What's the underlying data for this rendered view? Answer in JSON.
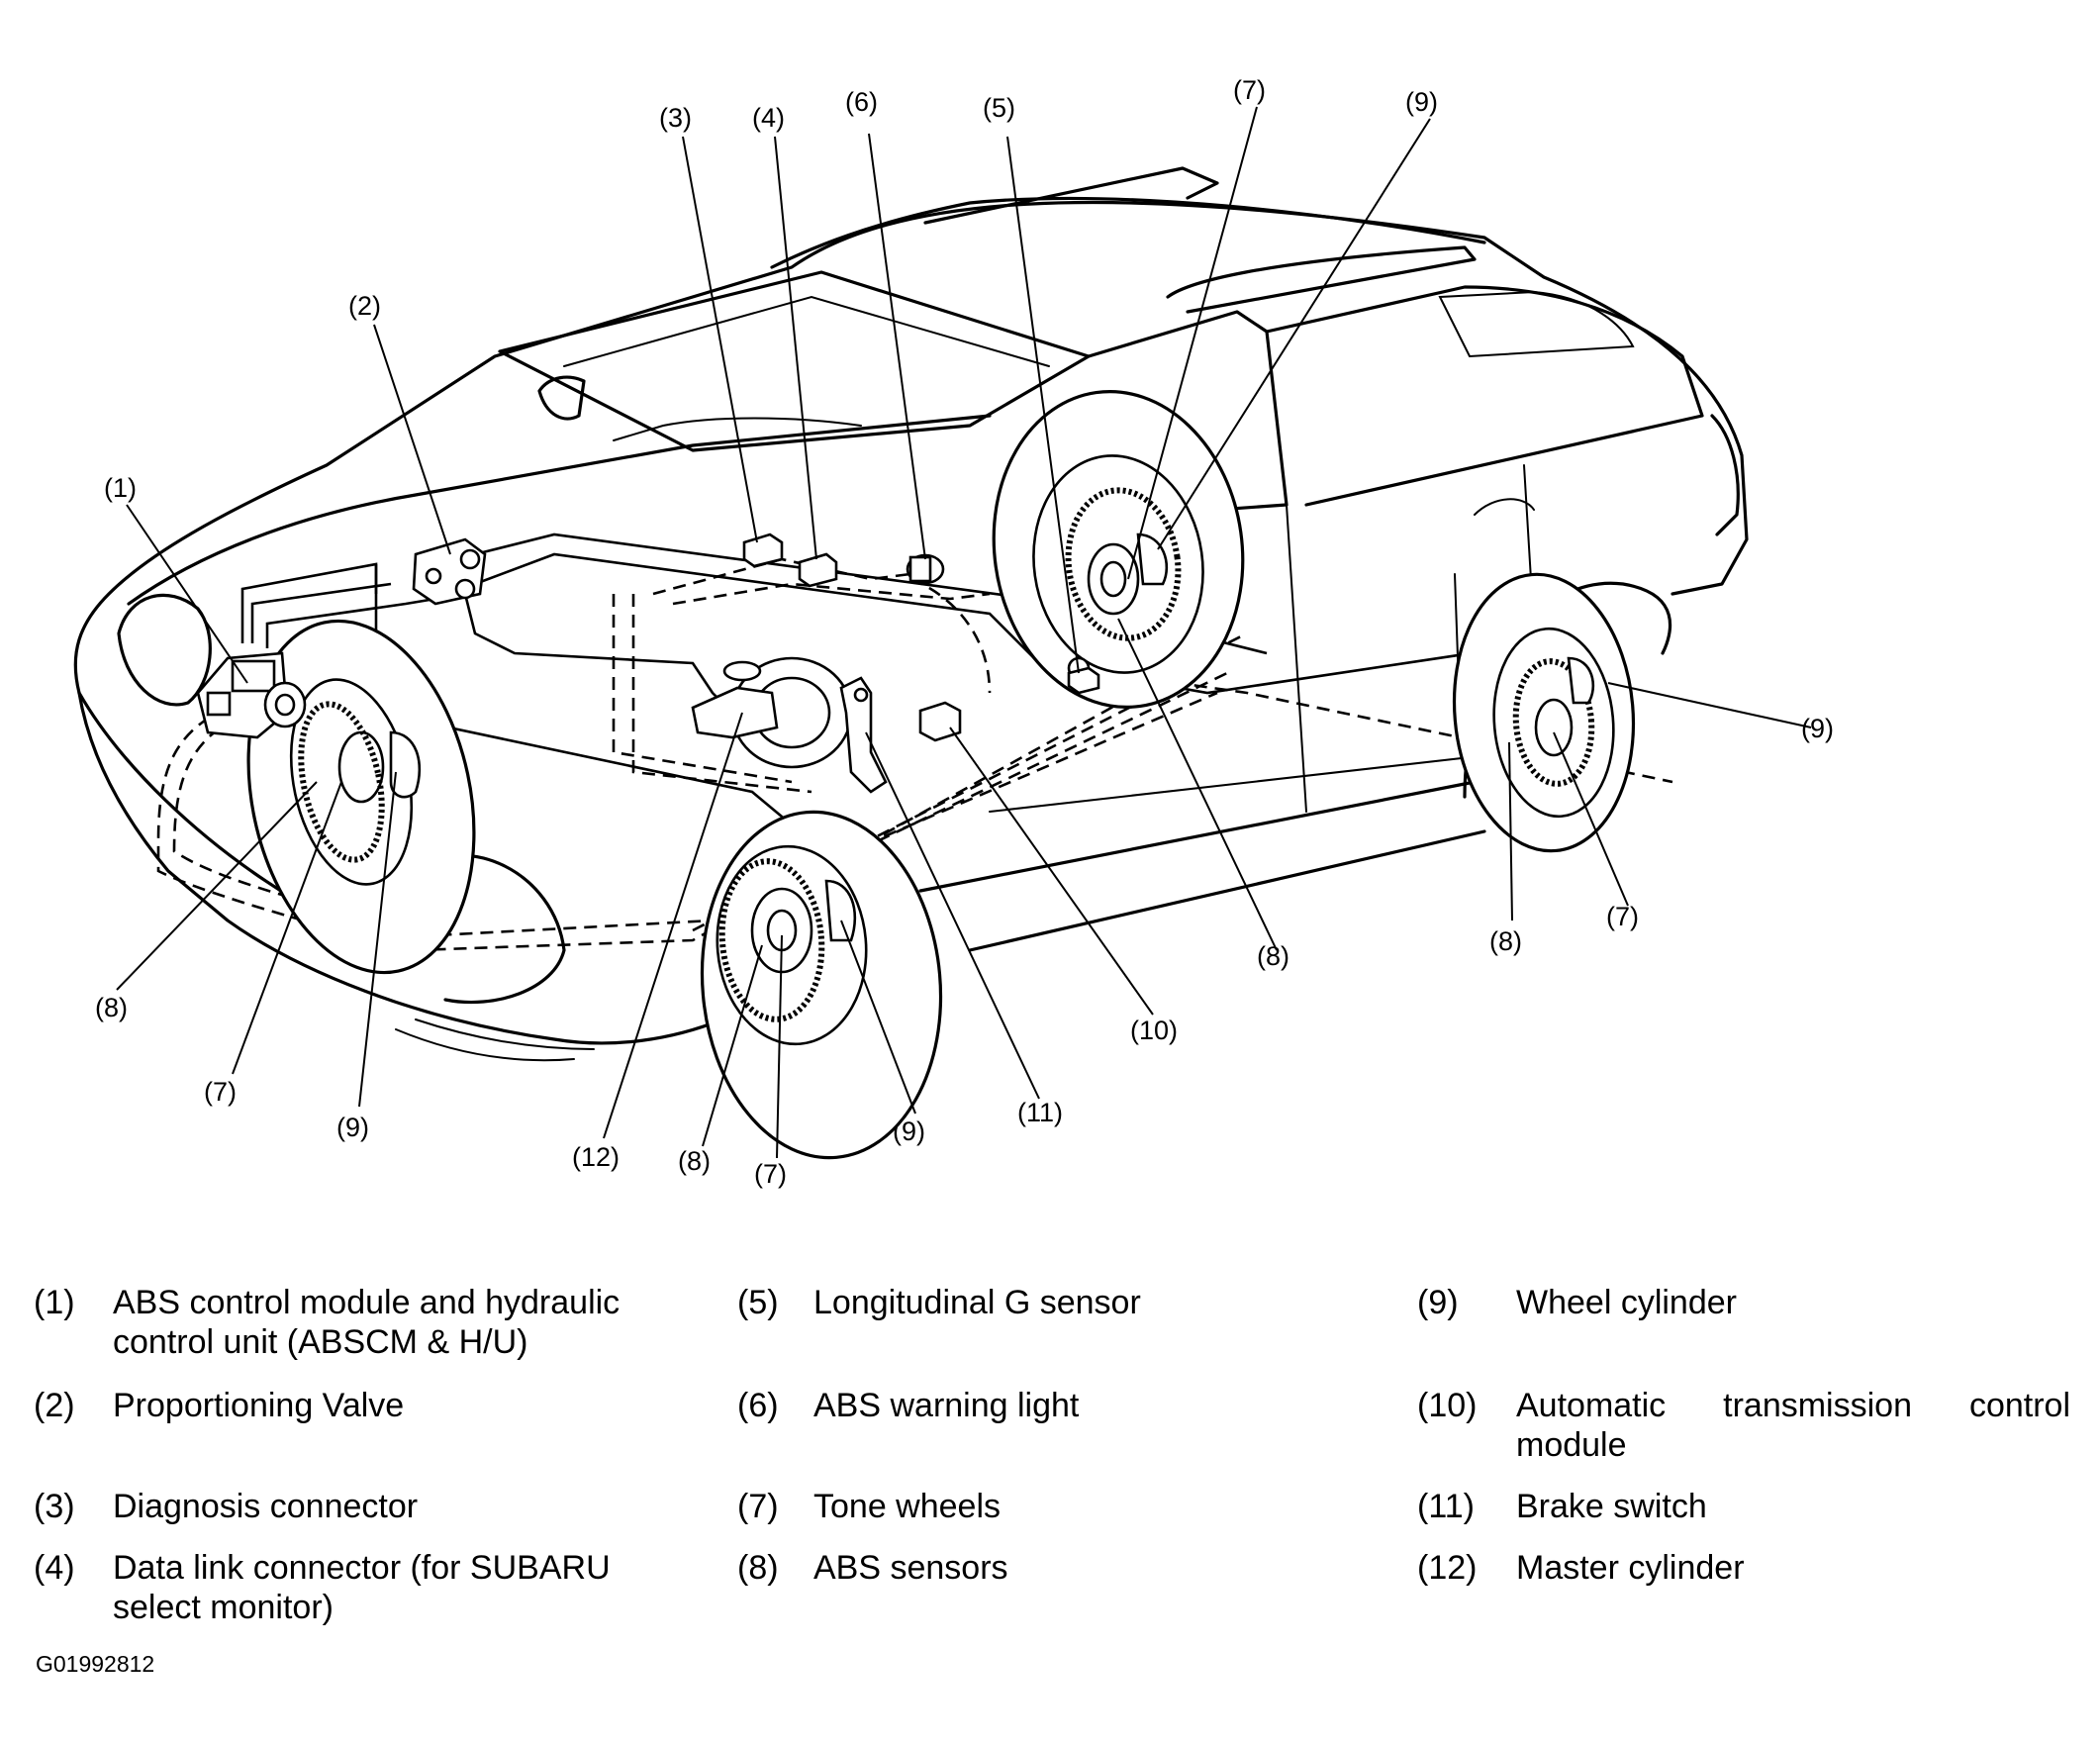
{
  "callouts": [
    "(1)",
    "(2)",
    "(3)",
    "(4)",
    "(5)",
    "(6)",
    "(7)",
    "(8)",
    "(9)",
    "(10)",
    "(11)",
    "(12)"
  ],
  "legend": [
    {
      "num": "(1)",
      "text": "ABS control module and hydraulic control unit (ABSCM & H/U)"
    },
    {
      "num": "(2)",
      "text": "Proportioning Valve"
    },
    {
      "num": "(3)",
      "text": "Diagnosis connector"
    },
    {
      "num": "(4)",
      "text": "Data link connector (for SUBARU select monitor)"
    },
    {
      "num": "(5)",
      "text": "Longitudinal G sensor"
    },
    {
      "num": "(6)",
      "text": "ABS warning light"
    },
    {
      "num": "(7)",
      "text": "Tone wheels"
    },
    {
      "num": "(8)",
      "text": "ABS sensors"
    },
    {
      "num": "(9)",
      "text": "Wheel cylinder"
    },
    {
      "num": "(10)",
      "text": "Automatic transmission control module"
    },
    {
      "num": "(11)",
      "text": "Brake switch"
    },
    {
      "num": "(12)",
      "text": "Master cylinder"
    }
  ],
  "figure_code": "G01992812"
}
